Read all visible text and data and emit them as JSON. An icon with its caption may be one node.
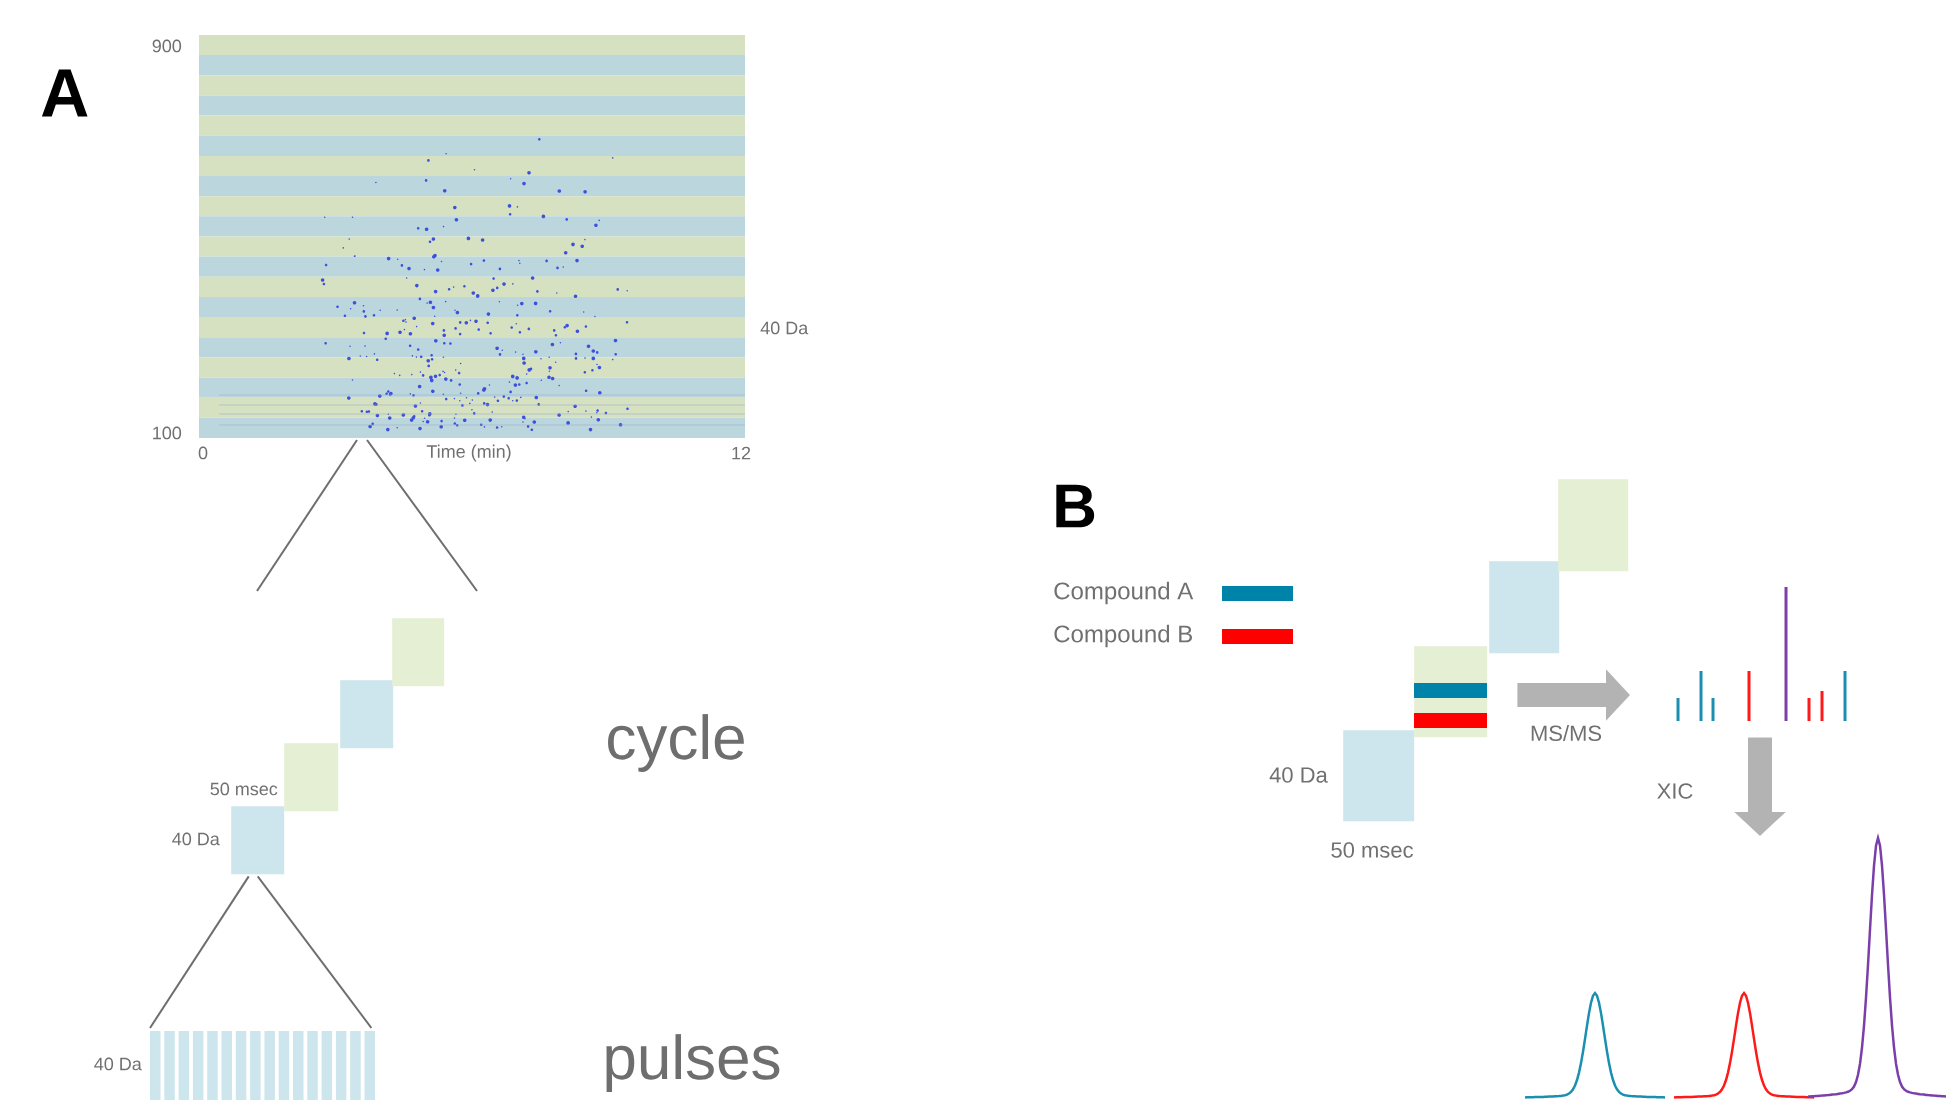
{
  "diagram": {
    "nodes": [
      {
        "text": [],
        "shape": "box",
        "beside": [
          "50 msec",
          "40 Da"
        ]
      },
      {
        "text": [],
        "shape": "box"
      },
      {
        "text": [],
        "shape": "box"
      },
      {
        "text": [],
        "shape": "box"
      },
      {
        "text": [],
        "shape": "box",
        "beside": [
          "40 Da",
          "50 msec"
        ]
      },
      {
        "text": [],
        "shape": "box"
      },
      {
        "text": [],
        "shape": "box"
      },
      {
        "text": [],
        "shape": "box"
      },
      {
        "text": [],
        "shape": "picture"
      },
      {
        "text": [],
        "shape": "picture"
      },
      {
        "text": [],
        "shape": "bar"
      }
    ],
    "edges": [
      {
        "from": 5,
        "to": 8,
        "arrow": "to",
        "label": "MS/MS",
        "style": "thick",
        "color": "#b3b3b3"
      },
      {
        "from": 8,
        "to": 9,
        "arrow": "to",
        "label": "XIC",
        "style": "thick",
        "color": "#b3b3b3"
      },
      {
        "from": 0,
        "to": 10,
        "arrow": "none"
      },
      {
        "from": 0,
        "to": 10,
        "arrow": "none"
      }
    ],
    "labels": [
      "A",
      "900",
      "40 Da",
      "100",
      "0",
      "Time (min)",
      "12",
      "cycle",
      "40 Da",
      "pulses",
      "B"
    ],
    "legend": [
      {
        "text": "Compound A",
        "color": "#0083a9"
      },
      {
        "text": "Compound B",
        "color": "#ff0000"
      }
    ]
  }
}
